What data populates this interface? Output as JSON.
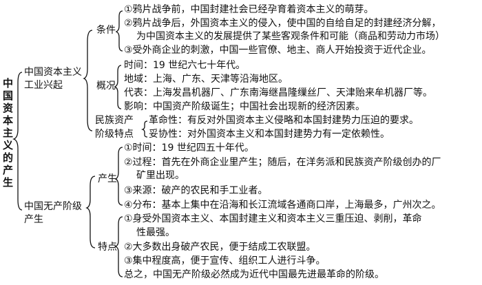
{
  "root": "中国资本主义的产生",
  "branch1": {
    "label_line1": "中国资本主义",
    "label_line2": "工业兴起",
    "conditions": {
      "label": "条件",
      "items": [
        "①鸦片战争前，中国封建社会已经孕育着资本主义的萌芽。",
        "②鸦片战争后，外国资本主义的侵入，使中国的自给自足的封建经济分解，",
        "为中国资本主义的发展提供了某些客观条件和可能（商品和劳动力市场）",
        "③受外商企业的刺激，中国一些官僚、地主、商人开始投资于近代企业。"
      ]
    },
    "overview": {
      "label": "概况",
      "items": [
        "时间：19 世纪六七十年代。",
        "地域：上海、广东、天津等沿海地区。",
        "代表：上海发昌机器厂、广东南海继昌隆缫丝厂、天津贻来牟机器厂等。",
        "影响：中国资产阶级诞生；中国社会出现新的经济因素。"
      ]
    },
    "bourgeoisie": {
      "label_line1": "民族资产",
      "label_line2": "阶级特点",
      "items": [
        "革命性：有反对外国资本主义侵略和本国封建势力压迫的要求。",
        "妥协性：对外国资本主义和本国封建势力有一定依赖性。"
      ]
    }
  },
  "branch2": {
    "label_line1": "中国无产阶级",
    "label_line2": "产生",
    "emergence": {
      "label": "产生",
      "items": [
        "①时间：19 世纪四五十年代。",
        "②过程：首先在外商企业里产生；随后，在洋务派和民族资产阶级创办的厂",
        "矿里出现。",
        "③来源：破产的农民和手工业者。",
        "④分布：基本上集中在沿海和长江流域各通商口岸，上海最多，广州次之。"
      ]
    },
    "features": {
      "label": "特点",
      "items": [
        "①身受外国资本主义、本国封建主义和资本主义三重压迫、剥削，革命",
        "性最强。",
        "②大多数出身破产农民，便于结成工农联盟。",
        "③集中程度高，便于宣传、组织工人进行斗争。",
        "总之，中国无产阶级必然成为近代中国最先进最革命的阶级。"
      ]
    }
  }
}
